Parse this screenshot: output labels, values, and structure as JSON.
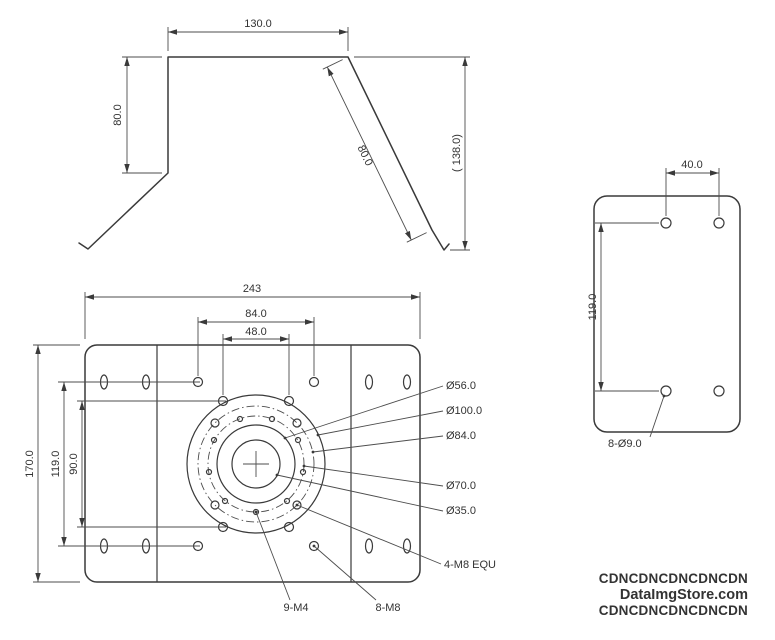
{
  "drawing": {
    "line_color": "#3a3a3a",
    "views": {
      "profile": {
        "dim_width": "130.0",
        "dim_left_leg": "80.0",
        "dim_right_leg": "80.0",
        "dim_overall": "( 138.0)"
      },
      "plate": {
        "dim_width": "243",
        "dim_hole_span_h_outer": "84.0",
        "dim_hole_span_h_inner": "48.0",
        "dim_height": "170.0",
        "dim_hole_span_v_outer": "119.0",
        "dim_hole_span_v_inner": "90.0",
        "label_dia_56": "Ø56.0",
        "label_dia_100": "Ø100.0",
        "label_dia_84": "Ø84.0",
        "label_dia_70": "Ø70.0",
        "label_dia_35": "Ø35.0",
        "label_4m8": "4-M8 EQU",
        "label_9m4": "9-M4",
        "label_8m8": "8-M8"
      },
      "side": {
        "dim_width": "40.0",
        "dim_hole_span_v": "119.0",
        "label_holes": "8-Ø9.0"
      }
    }
  },
  "watermark": {
    "line1": "CDNCDNCDNCDNCDN",
    "line2": "DataImgStore.com",
    "line3": "CDNCDNCDNCDNCDN",
    "color_cdn": "#3fa24a",
    "color_site": "#17813a"
  }
}
